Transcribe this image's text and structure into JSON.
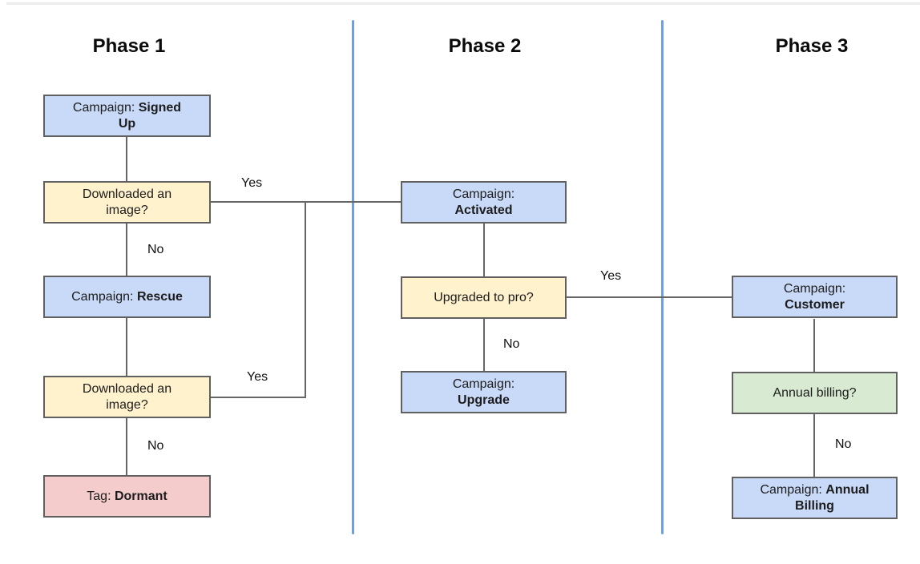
{
  "diagram": {
    "phases": [
      "Phase 1",
      "Phase 2",
      "Phase 3"
    ],
    "nodes": [
      {
        "name": "campaign-signed-up",
        "type": "campaign",
        "fill": "#c9daf8",
        "lines": [
          [
            {
              "text": "Campaign: ",
              "bold": false
            },
            {
              "text": "Signed",
              "bold": true
            }
          ],
          [
            {
              "text": "Up",
              "bold": true
            }
          ]
        ]
      },
      {
        "name": "question-downloaded-image-1",
        "type": "question",
        "fill": "#fff2cc",
        "lines": [
          [
            {
              "text": "Downloaded an",
              "bold": false
            }
          ],
          [
            {
              "text": "image?",
              "bold": false
            }
          ]
        ]
      },
      {
        "name": "campaign-rescue",
        "type": "campaign",
        "fill": "#c9daf8",
        "lines": [
          [
            {
              "text": "Campaign: ",
              "bold": false
            },
            {
              "text": "Rescue",
              "bold": true
            }
          ]
        ]
      },
      {
        "name": "question-downloaded-image-2",
        "type": "question",
        "fill": "#fff2cc",
        "lines": [
          [
            {
              "text": "Downloaded an",
              "bold": false
            }
          ],
          [
            {
              "text": "image?",
              "bold": false
            }
          ]
        ]
      },
      {
        "name": "tag-dormant",
        "type": "tag",
        "fill": "#f4cccc",
        "lines": [
          [
            {
              "text": "Tag: ",
              "bold": false
            },
            {
              "text": "Dormant",
              "bold": true
            }
          ]
        ]
      },
      {
        "name": "campaign-activated",
        "type": "campaign",
        "fill": "#c9daf8",
        "lines": [
          [
            {
              "text": "Campaign:",
              "bold": false
            }
          ],
          [
            {
              "text": "Activated",
              "bold": true
            }
          ]
        ]
      },
      {
        "name": "question-upgraded-to-pro",
        "type": "question",
        "fill": "#fff2cc",
        "lines": [
          [
            {
              "text": "Upgraded to pro?",
              "bold": false
            }
          ]
        ]
      },
      {
        "name": "campaign-upgrade",
        "type": "campaign",
        "fill": "#c9daf8",
        "lines": [
          [
            {
              "text": "Campaign:",
              "bold": false
            }
          ],
          [
            {
              "text": "Upgrade",
              "bold": true
            }
          ]
        ]
      },
      {
        "name": "campaign-customer",
        "type": "campaign",
        "fill": "#c9daf8",
        "lines": [
          [
            {
              "text": "Campaign:",
              "bold": false
            }
          ],
          [
            {
              "text": "Customer",
              "bold": true
            }
          ]
        ]
      },
      {
        "name": "question-annual-billing",
        "type": "question",
        "fill": "#d9ead3",
        "lines": [
          [
            {
              "text": "Annual billing?",
              "bold": false
            }
          ]
        ]
      },
      {
        "name": "campaign-annual-billing",
        "type": "campaign",
        "fill": "#c9daf8",
        "lines": [
          [
            {
              "text": "Campaign: ",
              "bold": false
            },
            {
              "text": "Annual",
              "bold": true
            }
          ],
          [
            {
              "text": "Billing",
              "bold": true
            }
          ]
        ]
      }
    ],
    "edge_labels": [
      "Yes",
      "No",
      "Yes",
      "No",
      "Yes",
      "No",
      "No"
    ],
    "colors": {
      "campaign_fill": "#c9daf8",
      "question_fill": "#fff2cc",
      "tag_fill": "#f4cccc",
      "billing_question_fill": "#d9ead3",
      "divider": "#6d9eeb",
      "connector": "#666666",
      "node_border": "#606060",
      "top_rule": "#ececec"
    }
  }
}
